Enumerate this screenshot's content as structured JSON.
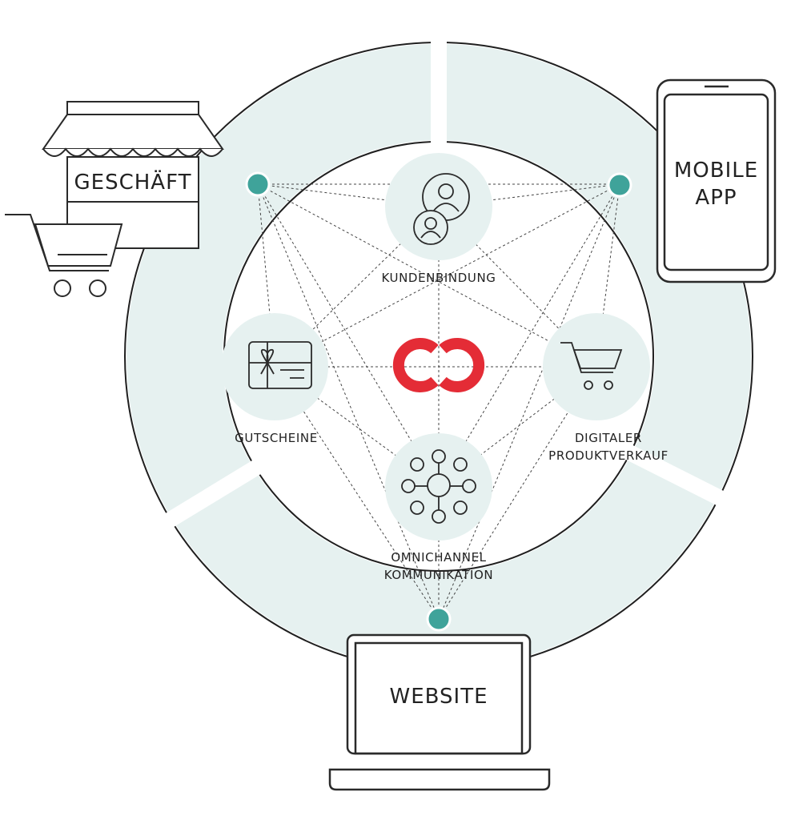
{
  "colors": {
    "ring": "#e6f1f0",
    "node_fill": "#e6f1f0",
    "dot": "#3fa39a",
    "line": "#1f1f1f",
    "logo": "#e42c36"
  },
  "channels": {
    "store": {
      "label": "GESCHÄFT",
      "icon": "storefront-icon"
    },
    "app": {
      "label_line1": "MOBILE",
      "label_line2": "APP",
      "icon": "smartphone-icon"
    },
    "web": {
      "label": "WEBSITE",
      "icon": "laptop-icon"
    }
  },
  "services": {
    "loyalty": {
      "label": "KUNDENBINDUNG",
      "icon": "users-icon"
    },
    "vouchers": {
      "label": "GUTSCHEINE",
      "icon": "gift-card-icon"
    },
    "sales": {
      "label_line1": "DIGITALER",
      "label_line2": "PRODUKTVERKAUF",
      "icon": "shopping-cart-icon"
    },
    "comms": {
      "label_line1": "OMNICHANNEL",
      "label_line2": "KOMMUNIKATION",
      "icon": "network-hub-icon"
    }
  },
  "center": {
    "icon": "infinity-logo-icon"
  }
}
